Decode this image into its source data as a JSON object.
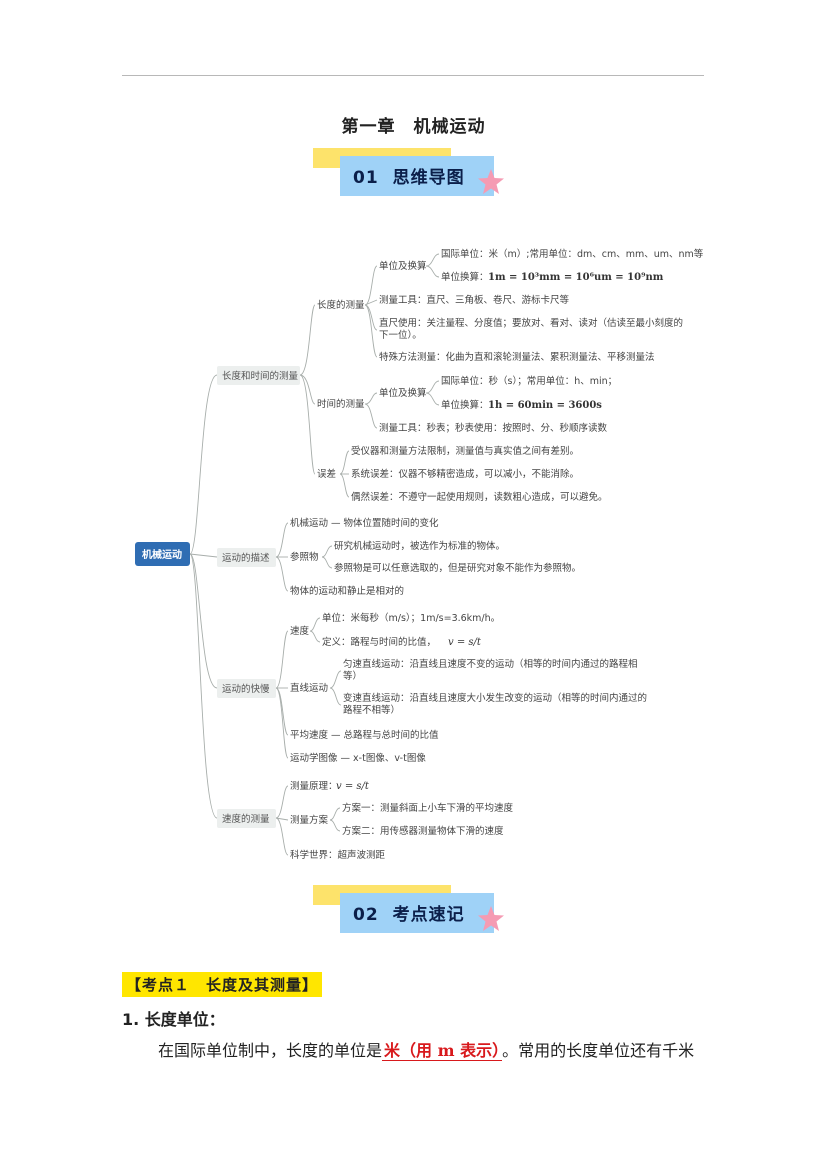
{
  "chapter_title": "第一章　机械运动",
  "banner1": {
    "num": "01",
    "text": "思维导图"
  },
  "banner2": {
    "num": "02",
    "text": "考点速记"
  },
  "mindmap": {
    "root": "机械运动",
    "b1": "长度和时间的测量",
    "b2": "运动的描述",
    "b3": "运动的快慢",
    "b4": "速度的测量",
    "len_measure": "长度的测量",
    "unit_conv": "单位及换算",
    "len_unit": "国际单位：米（m）;常用单位：dm、cm、mm、um、nm等",
    "len_conv_label": "单位换算：",
    "len_conv_formula": "1m = 10³mm = 10⁶um = 10⁹nm",
    "len_tools": "测量工具：直尺、三角板、卷尺、游标卡尺等",
    "ruler_use_1": "直尺使用：关注量程、分度值；要放对、看对、读对（估读至最小刻度的",
    "ruler_use_2": "下一位）。",
    "special_methods": "特殊方法测量：化曲为直和滚轮测量法、累积测量法、平移测量法",
    "time_measure": "时间的测量",
    "time_unit_conv": "单位及换算",
    "time_unit": "国际单位：秒（s）；常用单位：h、min；",
    "time_conv_label": "单位换算：",
    "time_conv_formula": "1h = 60min = 3600s",
    "time_tools": "测量工具：秒表；秒表使用：按照时、分、秒顺序读数",
    "error": "误差",
    "error_def": "受仪器和测量方法限制，测量值与真实值之间有差别。",
    "sys_error": "系统误差：仪器不够精密造成，可以减小，不能消除。",
    "rand_error": "偶然误差：不遵守一起使用规则，读数粗心造成，可以避免。",
    "mech_motion": "机械运动 — 物体位置随时间的变化",
    "reference": "参照物",
    "ref_1": "研究机械运动时，被选作为标准的物体。",
    "ref_2": "参照物是可以任意选取的，但是研究对象不能作为参照物。",
    "relative": "物体的运动和静止是相对的",
    "speed": "速度",
    "speed_unit": "单位：米每秒（m/s）；1m/s=3.6km/h。",
    "speed_def": "定义：路程与时间的比值，",
    "speed_formula": "v = s/t",
    "linear": "直线运动",
    "uniform_1": "匀速直线运动：沿直线且速度不变的运动（相等的时间内通过的路程相",
    "uniform_2": "等）",
    "variable_1": "变速直线运动：沿直线且速度大小发生改变的运动（相等的时间内通过的",
    "variable_2": "路程不相等）",
    "avg_speed": "平均速度 — 总路程与总时间的比值",
    "motion_graph": "运动学图像 — x-t图像、v-t图像",
    "principle": "测量原理：",
    "principle_formula": "v = s/t",
    "plan": "测量方案",
    "plan_1": "方案一：测量斜面上小车下滑的平均速度",
    "plan_2": "方案二：用传感器测量物体下滑的速度",
    "science": "科学世界：超声波测距"
  },
  "kaodian": "【考点１　长度及其测量】",
  "section_heading": "1. 长度单位：",
  "paragraph": {
    "before": "在国际单位制中，长度的单位是",
    "answer": "米（用 m 表示）",
    "after": "。常用的长度单位还有千米"
  },
  "colors": {
    "banner_yellow": "#fde36b",
    "banner_blue": "#9fd2f7",
    "star": "#f59bb3",
    "root_box": "#2f6db3",
    "highlight": "#ffe600",
    "answer_red": "#d8191c"
  }
}
